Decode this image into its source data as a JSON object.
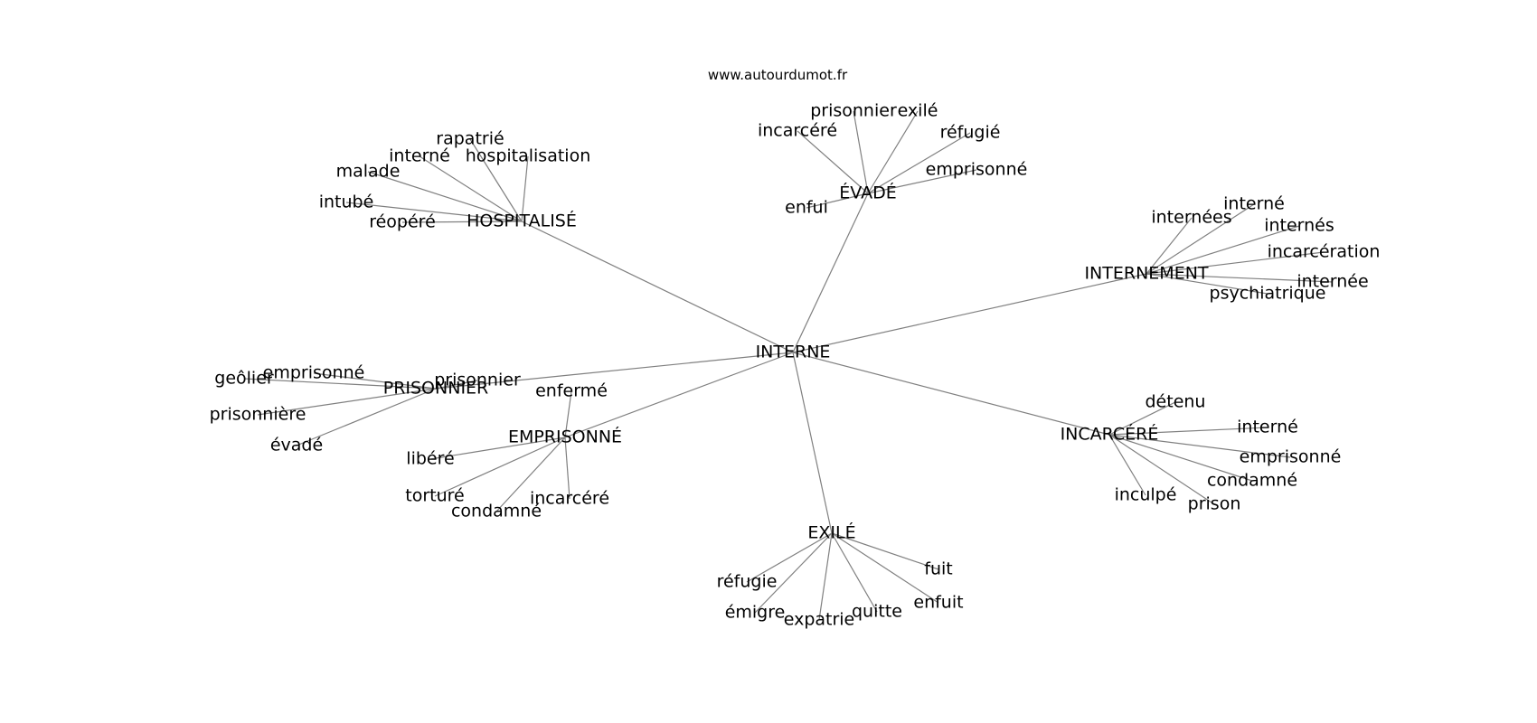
{
  "site": "www.autourdumot.fr",
  "graph": {
    "center": "INTERNE",
    "clusters": [
      {
        "hub": "HOSPITALISÉ",
        "leaves": [
          "rapatrié",
          "interné",
          "hospitalisation",
          "malade",
          "intubé",
          "réopéré"
        ]
      },
      {
        "hub": "ÉVADÉ",
        "leaves": [
          "prisonnier",
          "exilé",
          "incarcéré",
          "réfugié",
          "emprisonné",
          "enfui"
        ]
      },
      {
        "hub": "INTERNEMENT",
        "leaves": [
          "interné",
          "internées",
          "internés",
          "incarcération",
          "internée",
          "psychiatrique"
        ]
      },
      {
        "hub": "PRISONNIER",
        "leaves": [
          "emprisonné",
          "geôlier",
          "prisonnière",
          "évadé",
          "prisonnier"
        ]
      },
      {
        "hub": "EMPRISONNÉ",
        "leaves": [
          "enfermé",
          "libéré",
          "torturé",
          "condamné",
          "incarcéré"
        ]
      },
      {
        "hub": "INCARCÉRÉ",
        "leaves": [
          "détenu",
          "interné",
          "emprisonné",
          "condamné",
          "inculpé",
          "prison"
        ]
      },
      {
        "hub": "EXILÉ",
        "leaves": [
          "fuit",
          "réfugie",
          "enfuit",
          "émigre",
          "quitte",
          "expatrie"
        ]
      }
    ]
  }
}
